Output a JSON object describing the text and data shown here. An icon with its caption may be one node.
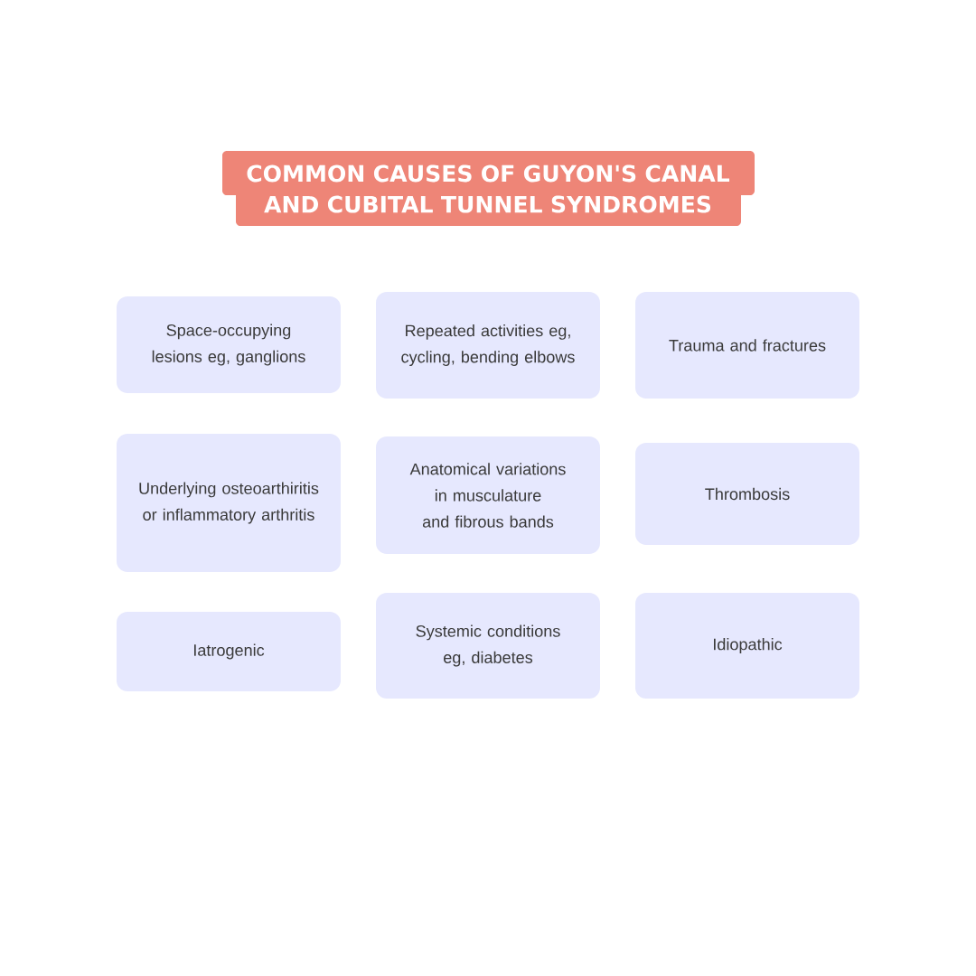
{
  "diagram": {
    "title": "COMMON CAUSES OF GUYON'S CANAL AND CUBITAL TUNNEL SYNDROMES",
    "nodes": [
      {
        "text": [
          "Space-occupying lesions eg, ganglions"
        ]
      },
      {
        "text": [
          "Repeated activities eg, cycling, bending elbows"
        ]
      },
      {
        "text": [
          "Trauma and fractures"
        ]
      },
      {
        "text": [
          "Underlying osteoarthiritis or inflammatory arthritis"
        ]
      },
      {
        "text": [
          "Anatomical variations in musculature and fibrous bands"
        ]
      },
      {
        "text": [
          "Thrombosis"
        ]
      },
      {
        "text": [
          "Iatrogenic"
        ]
      },
      {
        "text": [
          "Systemic conditions eg, diabetes"
        ]
      },
      {
        "text": [
          "Idiopathic"
        ]
      }
    ]
  }
}
